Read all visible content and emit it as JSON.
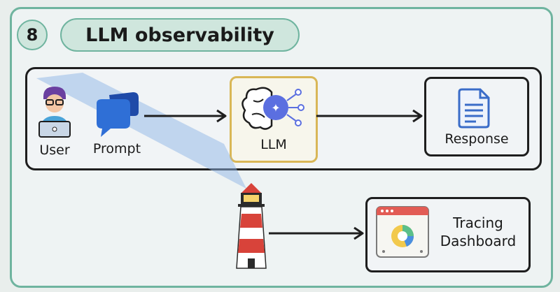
{
  "header": {
    "number": "8",
    "title": "LLM observability"
  },
  "nodes": {
    "user": "User",
    "prompt": "Prompt",
    "llm": "LLM",
    "response": "Response",
    "tracing_line1": "Tracing",
    "tracing_line2": "Dashboard"
  },
  "icons": {
    "user": "user-at-laptop-icon",
    "prompt": "chat-bubbles-icon",
    "llm": "brain-network-icon",
    "response": "document-icon",
    "observer": "lighthouse-icon",
    "dashboard": "dashboard-window-icon"
  },
  "colors": {
    "frame": "#6fb49f",
    "pill": "#cfe6dd",
    "llm_border": "#d9b757",
    "light_beam": "#8fb5e6",
    "prompt_blue": "#2f6fd6",
    "lighthouse_red": "#d8433a"
  }
}
